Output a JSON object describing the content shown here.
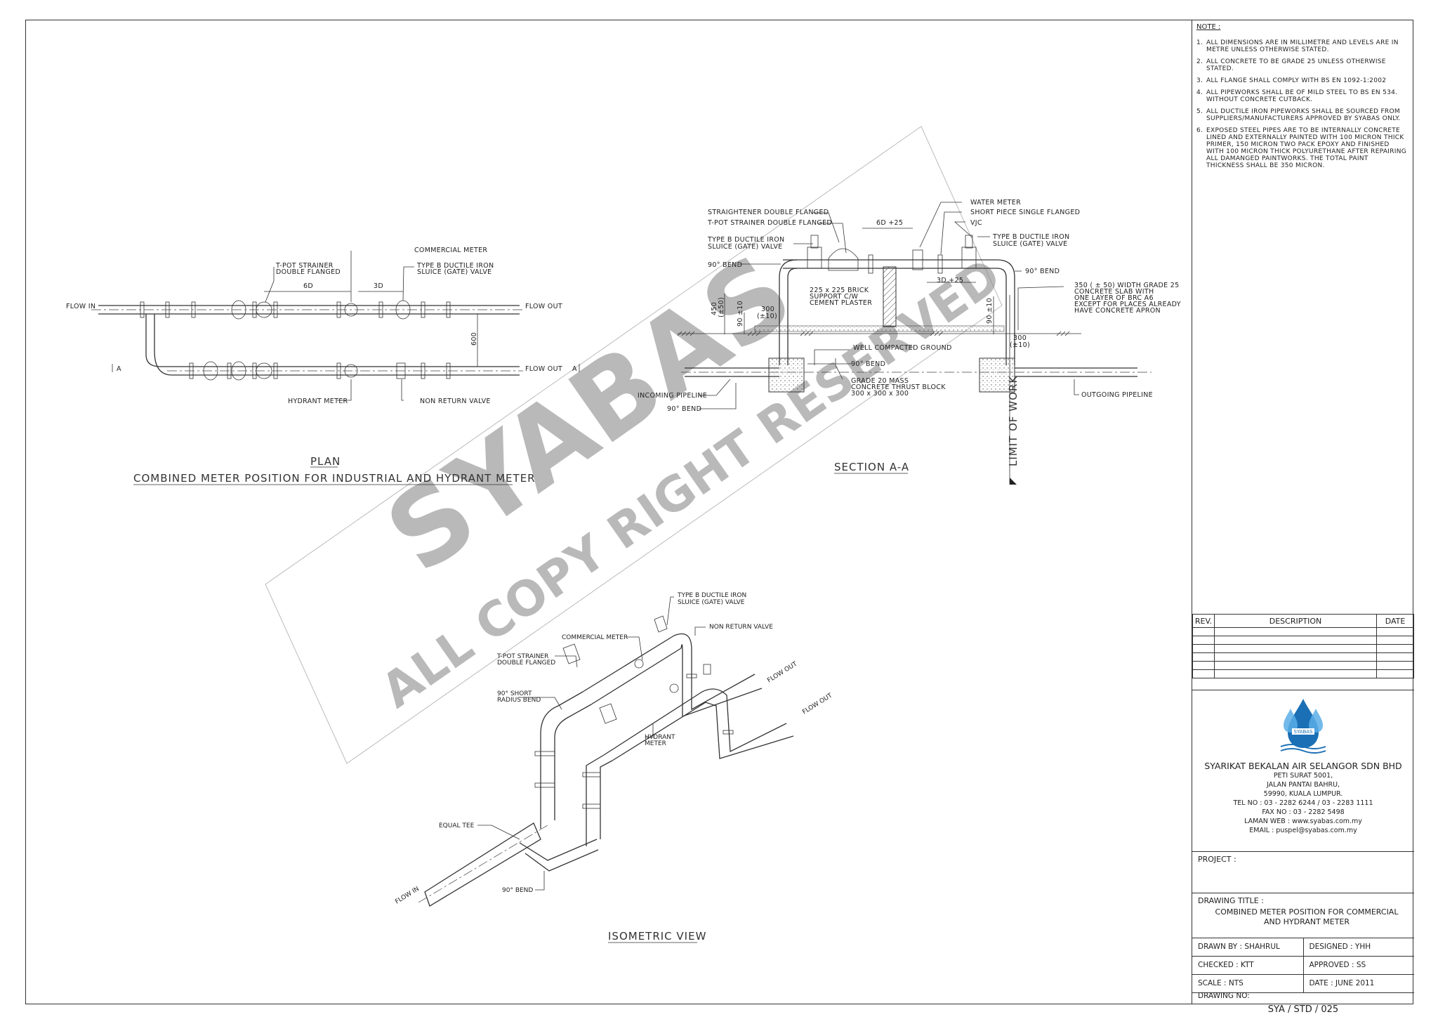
{
  "watermark": {
    "line1": "SYABAS",
    "line2": "ALL COPY RIGHT RESERVED"
  },
  "plan": {
    "title": "PLAN",
    "subtitle": "COMBINED METER POSITION FOR INDUSTRIAL AND HYDRANT METER",
    "labels": {
      "flow_in": "FLOW IN",
      "flow_out_top": "FLOW OUT",
      "flow_out_bottom": "FLOW OUT",
      "tpot_1": "T-POT STRAINER",
      "tpot_2": "DOUBLE FLANGED",
      "commercial_meter": "COMMERCIAL METER",
      "valve_1": "TYPE B DUCTILE IRON",
      "valve_2": "SLUICE (GATE) VALVE",
      "dim_6d": "6D",
      "dim_3d": "3D",
      "dim_600": "600",
      "section_a_left": "A",
      "section_a_right": "A",
      "hydrant_meter": "HYDRANT METER",
      "non_return": "NON RETURN VALVE"
    }
  },
  "section": {
    "title": "SECTION A-A",
    "labels": {
      "straightener": "STRAIGHTENER DOUBLE FLANGED",
      "tpot": "T-POT STRAINER DOUBLE FLANGED",
      "valve_l1": "TYPE B DUCTILE IRON",
      "valve_l2": "SLUICE (GATE) VALVE",
      "bend_90_left": "90° BEND",
      "water_meter": "WATER METER",
      "short_piece": "SHORT PIECE SINGLE FLANGED",
      "vjc": "VJC",
      "valve_r1": "TYPE B DUCTILE IRON",
      "valve_r2": "SLUICE (GATE) VALVE",
      "bend_90_right": "90° BEND",
      "dim_6d25": "6D +25",
      "dim_3d25": "3D +25",
      "brick_1": "225 x 225 BRICK",
      "brick_2": "SUPPORT C/W",
      "brick_3": "CEMENT PLASTER",
      "slab_1": "350 ( ± 50) WIDTH GRADE 25",
      "slab_2": "CONCRETE SLAB WITH",
      "slab_3": "ONE LAYER OF BRC A6",
      "slab_4": "EXCEPT FOR PLACES ALREADY",
      "slab_5": "HAVE CONCRETE APRON",
      "dim_450": "450",
      "dim_450b": "(±50)",
      "dim_90a": "90 ±10",
      "dim_300a": "300",
      "dim_300ab": "(±10)",
      "dim_90b": "90 ±10",
      "dim_300b": "300",
      "dim_300bb": "(±10)",
      "compacted": "WELL COMPACTED GROUND",
      "bend_90_mid": "90° BEND",
      "thrust_1": "GRADE 20 MASS",
      "thrust_2": "CONCRETE THRUST BLOCK",
      "thrust_3": "300 x 300 x 300",
      "incoming": "INCOMING PIPELINE",
      "bend_90_low": "90° BEND",
      "outgoing": "OUTGOING PIPELINE",
      "limit": "LIMIT OF WORK"
    }
  },
  "iso": {
    "title": "ISOMETRIC VIEW",
    "labels": {
      "valve_1": "TYPE B DUCTILE IRON",
      "valve_2": "SLUICE (GATE) VALVE",
      "commercial_meter": "COMMERCIAL METER",
      "non_return": "NON RETURN VALVE",
      "tpot_1": "T-POT STRAINER",
      "tpot_2": "DOUBLE FLANGED",
      "bend_1": "90° SHORT",
      "bend_2": "RADIUS BEND",
      "hydrant_1": "HYDRANT",
      "hydrant_2": "METER",
      "flow_out_1": "FLOW OUT",
      "flow_out_2": "FLOW OUT",
      "equal_tee": "EQUAL TEE",
      "flow_in": "FLOW IN",
      "bend_90": "90° BEND"
    }
  },
  "notes": {
    "title": "NOTE :",
    "items": [
      {
        "num": "1.",
        "text": "ALL DIMENSIONS ARE IN MILLIMETRE AND LEVELS ARE IN METRE UNLESS OTHERWISE STATED."
      },
      {
        "num": "2.",
        "text": "ALL CONCRETE TO BE GRADE 25 UNLESS OTHERWISE STATED."
      },
      {
        "num": "3.",
        "text": "ALL FLANGE SHALL COMPLY WITH BS EN 1092-1:2002"
      },
      {
        "num": "4.",
        "text": "ALL PIPEWORKS SHALL BE OF MILD STEEL TO BS EN 534. WITHOUT CONCRETE CUTBACK."
      },
      {
        "num": "5.",
        "text": "ALL DUCTILE IRON PIPEWORKS SHALL BE SOURCED FROM SUPPLIERS/MANUFACTURERS APPROVED BY SYABAS ONLY."
      },
      {
        "num": "6.",
        "text": "EXPOSED STEEL PIPES ARE TO BE INTERNALLY CONCRETE LINED AND EXTERNALLY PAINTED WITH 100 MICRON THICK PRIMER, 150 MICRON TWO PACK EPOXY AND FINISHED WITH 100 MICRON THICK POLYURETHANE AFTER REPAIRING ALL DAMANGED PAINTWORKS. THE TOTAL PAINT THICKNESS SHALL BE 350 MICRON."
      }
    ]
  },
  "revision_table": {
    "headers": {
      "rev": "REV.",
      "description": "DESCRIPTION",
      "date": "DATE"
    }
  },
  "company": {
    "logo_text": "SYABAS",
    "name": "SYARIKAT BEKALAN AIR SELANGOR SDN BHD",
    "lines": [
      "PETI SURAT 5001,",
      "JALAN PANTAI BAHRU,",
      "59990, KUALA LUMPUR.",
      "TEL NO : 03 - 2282 6244 / 03 - 2283 1111",
      "FAX NO : 03 - 2282 5498",
      "LAMAN WEB : www.syabas.com.my",
      "EMAIL : puspel@syabas.com.my"
    ]
  },
  "project": {
    "label": "PROJECT :"
  },
  "drawing_title": {
    "label": "DRAWING TITLE :",
    "line1": "COMBINED METER POSITION FOR COMMERCIAL",
    "line2": "AND HYDRANT METER"
  },
  "meta": {
    "drawn_by": "DRAWN BY : SHAHRUL",
    "designed": "DESIGNED :  YHH",
    "checked": "CHECKED : KTT",
    "approved": "APPROVED :  SS",
    "scale": "SCALE :  NTS",
    "date": "DATE :  JUNE 2011"
  },
  "drawing_no": {
    "label": "DRAWING NO:",
    "value": "SYA / STD / 025"
  },
  "colors": {
    "logo_blue": "#1a6fb5",
    "logo_light": "#5aaee8",
    "watermark": "#8c8c8c"
  }
}
